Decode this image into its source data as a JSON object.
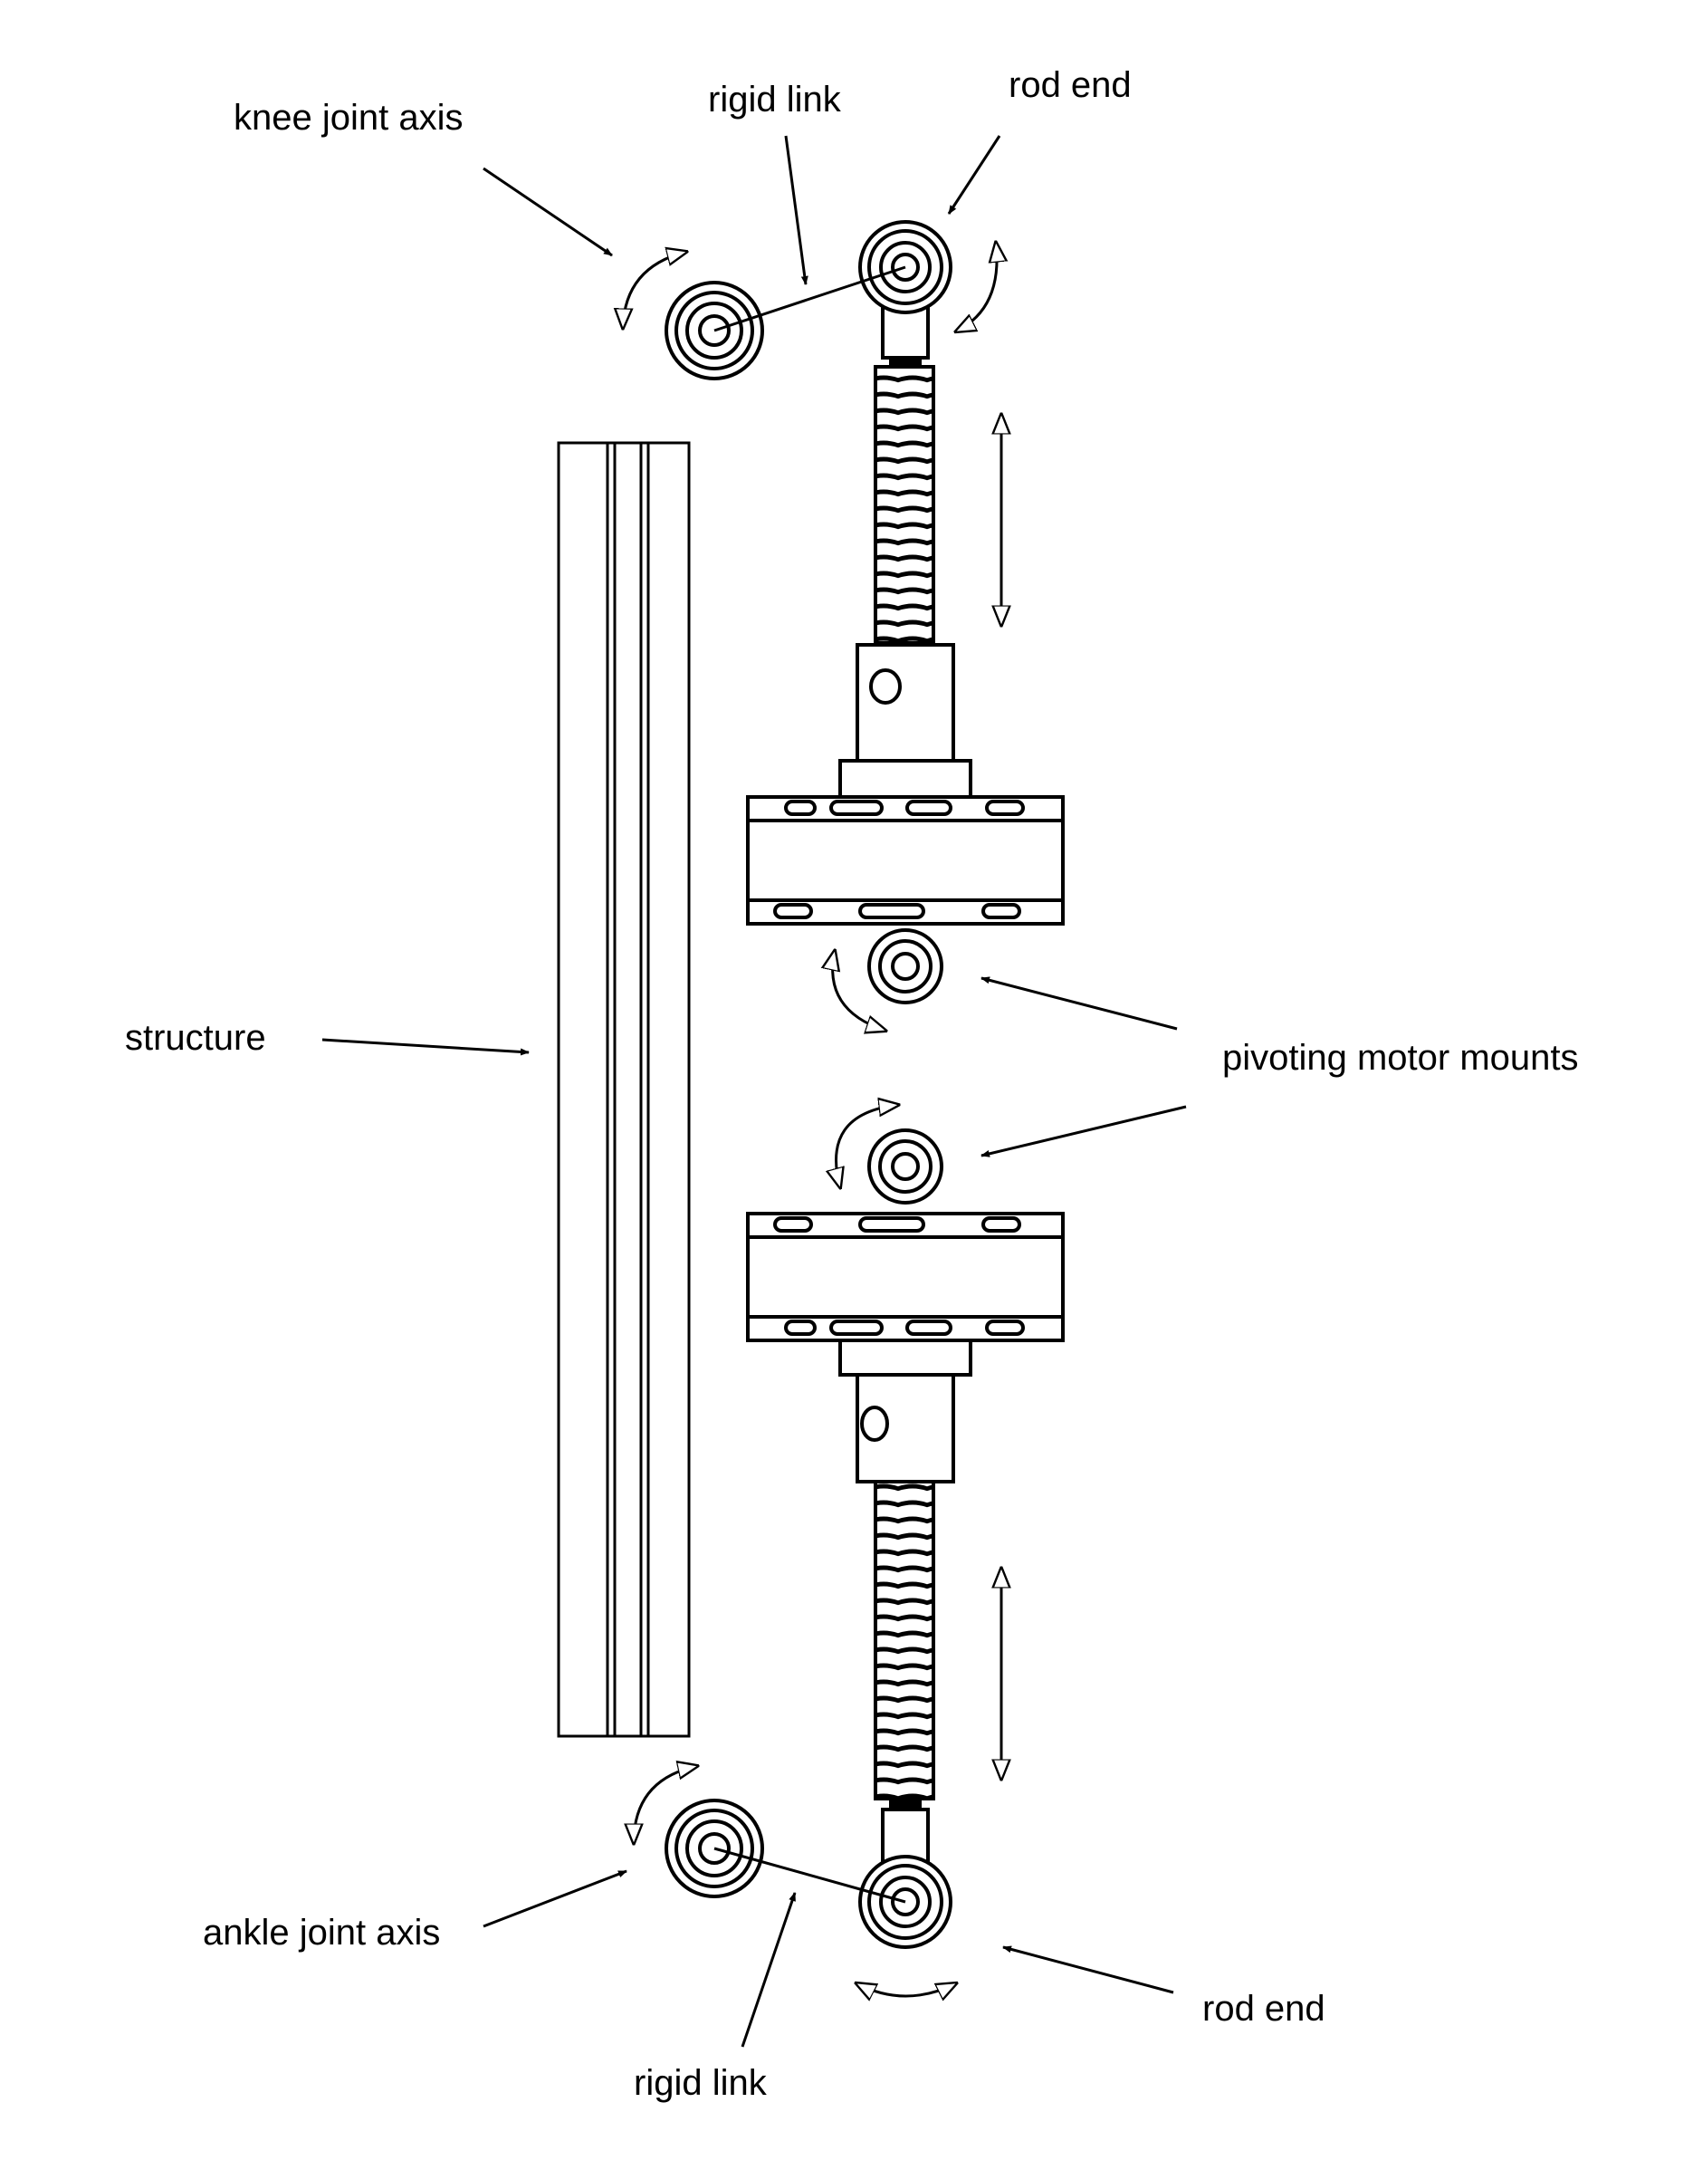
{
  "labels": {
    "knee_joint_axis": "knee joint axis",
    "rigid_link_top": "rigid link",
    "rod_end_top": "rod end",
    "structure": "structure",
    "pivoting_motor_mounts": "pivoting motor mounts",
    "ankle_joint_axis": "ankle joint axis",
    "rigid_link_bottom": "rigid link",
    "rod_end_bottom": "rod end"
  },
  "colors": {
    "stroke": "#000000",
    "background": "#ffffff"
  }
}
